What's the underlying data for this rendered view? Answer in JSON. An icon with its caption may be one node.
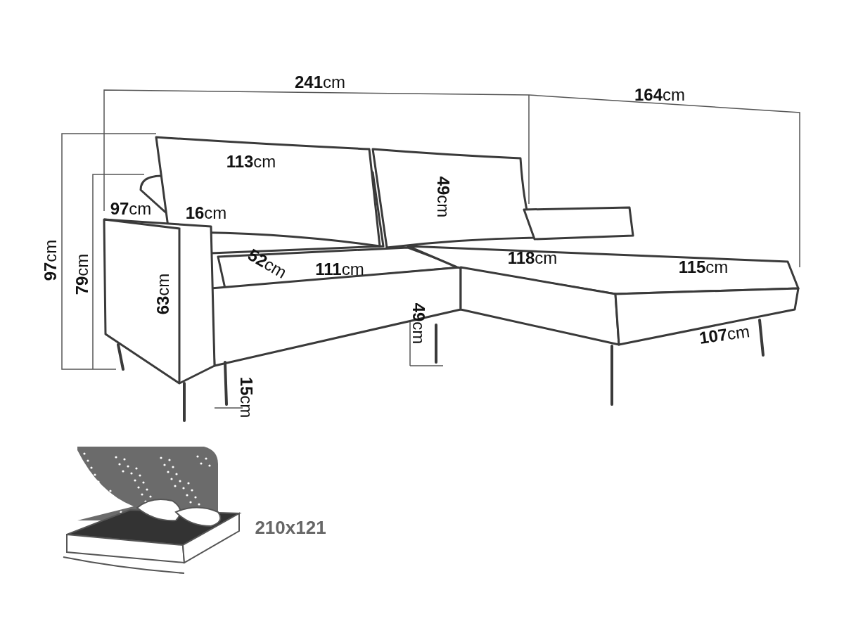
{
  "diagram": {
    "labels": [
      "**241**cm",
      "**164**cm",
      "**113**cm",
      "**49**cm",
      "**97**cm",
      "**16**cm",
      "**97**cm",
      "**79**cm",
      "**52**cm",
      "**111**cm",
      "**118**cm",
      "**115**cm",
      "**63**cm",
      "**49**cm",
      "**107**cm",
      "**15**cm",
      "210x121"
    ]
  }
}
